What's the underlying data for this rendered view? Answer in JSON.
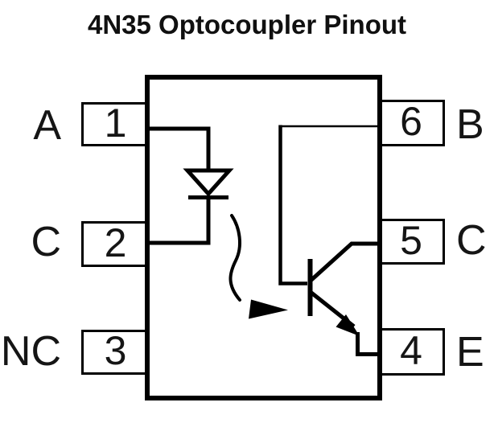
{
  "title": "4N35 Optocoupler Pinout",
  "pins": {
    "left": [
      {
        "number": "1",
        "label": "A"
      },
      {
        "number": "2",
        "label": "C"
      },
      {
        "number": "3",
        "label": "NC"
      }
    ],
    "right": [
      {
        "number": "6",
        "label": "B"
      },
      {
        "number": "5",
        "label": "C"
      },
      {
        "number": "4",
        "label": "E"
      }
    ]
  },
  "symbols": {
    "led": "led-diode-symbol",
    "transistor": "npn-phototransistor-symbol",
    "light": "light-arrow-icon"
  },
  "colors": {
    "line": "#000000",
    "background": "#ffffff",
    "text": "#151515"
  }
}
